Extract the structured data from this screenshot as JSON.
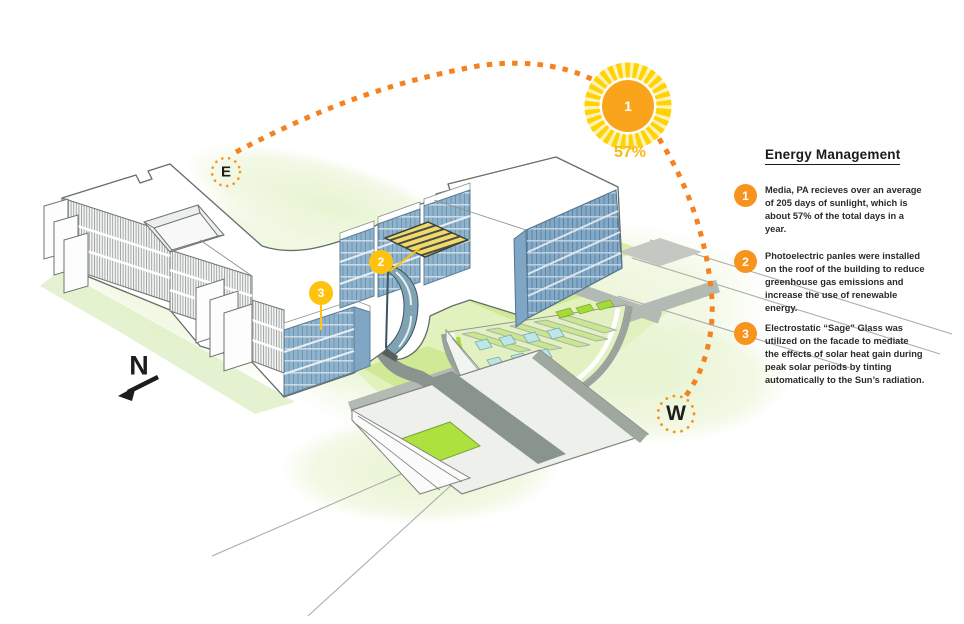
{
  "diagram_title": "Energy Management",
  "compass": {
    "north": "N",
    "east": "E",
    "west": "W"
  },
  "sun": {
    "marker_number": "1",
    "sunlight_percentage": "57%"
  },
  "callout_markers": {
    "sun": "1",
    "solar_panels": "2",
    "sage_glass": "3"
  },
  "panel": {
    "heading": "Energy Management",
    "items": [
      {
        "number": "1",
        "text": "Media, PA recieves over an average of 205 days of sunlight, which is about 57% of the total days in a year."
      },
      {
        "number": "2",
        "text": "Photoelectric panles were installed on the roof of the building to reduce greenhouse gas emissions and increase the use of renewable energy."
      },
      {
        "number": "3",
        "text": "Electrostatic “Sage” Glass was utilized on the facade to mediate the effects of solar heat gain during peak solar periods by tinting automatically to the Sun’s radiation."
      }
    ]
  },
  "colors": {
    "panel_marker_orange": "#F7941D",
    "drawing_marker_yellow": "#FFC20E",
    "sun_core_orange": "#F9A41B",
    "sun_ray_yellow": "#FFD204",
    "arc_dash_orange": "#F58220",
    "glass_blue": "#8FB3CD",
    "lawn_green": "#DDEFB2",
    "vivid_green": "#ADE13E",
    "water_cyan": "#BDE7E7"
  }
}
